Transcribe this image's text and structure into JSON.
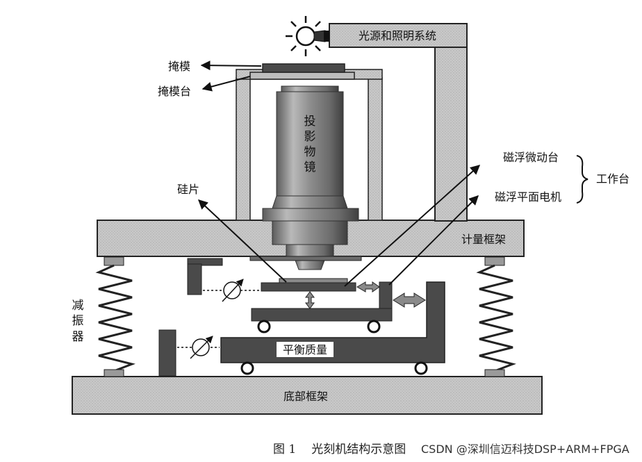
{
  "labels": {
    "light_source": "光源和照明系统",
    "mask": "掩模",
    "mask_stage": "掩模台",
    "objective": [
      "投",
      "影",
      "物",
      "镜"
    ],
    "wafer": "硅片",
    "maglev_fine_stage": "磁浮微动台",
    "maglev_planar_motor": "磁浮平面电机",
    "work_stage": "工作台",
    "metrology_frame": "计量框架",
    "damping": [
      "减",
      "振",
      "器"
    ],
    "balance_mass": "平衡质量",
    "base_frame": "底部框架"
  },
  "caption": {
    "number": "图 1",
    "title": "光刻机结构示意图"
  },
  "watermark": "CSDN @深圳信迈科技DSP+ARM+FPGA",
  "colors": {
    "frame_fill": "#c4c4c4",
    "dark_fill": "#4a4a4a",
    "mid_fill": "#8a8a8a",
    "stroke": "#222222"
  },
  "icons": {
    "bulb": "light-bulb-icon"
  }
}
